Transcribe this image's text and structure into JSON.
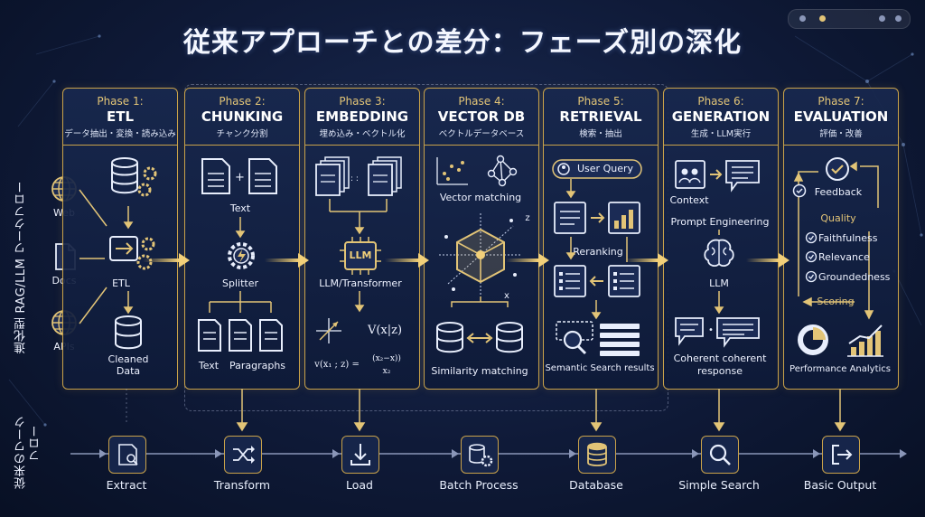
{
  "title": "従来アプローチとの差分：フェーズ別の深化",
  "side_labels": {
    "top": "進化型 RAG/LLM ワークフロー",
    "bottom_line1": "従来のワーク",
    "bottom_line2": "フロー"
  },
  "inputs": [
    {
      "label": "Web",
      "icon": "globe-icon"
    },
    {
      "label": "Docs",
      "icon": "document-icon"
    },
    {
      "label": "APIs",
      "icon": "globe-icon"
    }
  ],
  "phases": [
    {
      "num": "Phase 1:",
      "name": "ETL",
      "sub": "データ抽出・変換・読み込み",
      "labels": [
        "ETL",
        "Cleaned",
        "Data"
      ]
    },
    {
      "num": "Phase 2:",
      "name": "CHUNKING",
      "sub": "チャンク分割",
      "labels": [
        "Text",
        "Splitter",
        "Text",
        "Paragraphs"
      ]
    },
    {
      "num": "Phase 3:",
      "name": "EMBEDDING",
      "sub": "埋め込み・ベクトル化",
      "labels": [
        "LLM",
        "LLM/Transformer",
        "V(x|z)",
        "v(x₁ ; z) =",
        "(x₂−x))",
        "x₂"
      ]
    },
    {
      "num": "Phase 4:",
      "name": "VECTOR DB",
      "sub": "ベクトルデータベース",
      "labels": [
        "Vector matching",
        "Similarity matching",
        "z",
        "x"
      ]
    },
    {
      "num": "Phase 5:",
      "name": "RETRIEVAL",
      "sub": "検索・抽出",
      "labels": [
        "User Query",
        "Reranking",
        "Semantic Search results"
      ]
    },
    {
      "num": "Phase 6:",
      "name": "GENERATION",
      "sub": "生成・LLM実行",
      "labels": [
        "Context",
        "Prompt Engineering",
        "LLM",
        "Coherent coherent",
        "response"
      ]
    },
    {
      "num": "Phase 7:",
      "name": "EVALUATION",
      "sub": "評価・改善",
      "labels": [
        "Feedback",
        "Quality",
        "Faithfulness",
        "Relevance",
        "Groundedness",
        "Scoring",
        "Performance Analytics"
      ]
    }
  ],
  "traditional": [
    {
      "label": "Extract",
      "icon": "extract-icon"
    },
    {
      "label": "Transform",
      "icon": "shuffle-icon"
    },
    {
      "label": "Load",
      "icon": "download-icon"
    },
    {
      "label": "Batch Process",
      "icon": "batch-icon"
    },
    {
      "label": "Database",
      "icon": "database-icon"
    },
    {
      "label": "Simple Search",
      "icon": "search-icon"
    },
    {
      "label": "Basic Output",
      "icon": "output-icon"
    }
  ],
  "colors": {
    "accent_gold": "#c9a24a",
    "arrow_gold": "#e8c35e",
    "background": "#0f1a38",
    "panel": "#16254a"
  }
}
